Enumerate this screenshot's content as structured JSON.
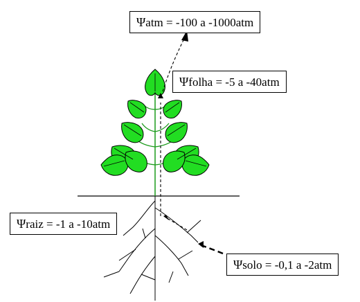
{
  "labels": {
    "atm": {
      "symbol": "Ψ",
      "sub": "atm",
      "text": " = -100 a -1000atm"
    },
    "folha": {
      "symbol": "Ψ",
      "sub": "folha",
      "text": " = -5 a -40atm"
    },
    "raiz": {
      "symbol": "Ψ",
      "sub": "raiz",
      "text": " = -1 a -10atm"
    },
    "solo": {
      "symbol": "Ψ",
      "sub": "solo",
      "text": " = -0,1 a -2atm"
    }
  },
  "colors": {
    "leaf_fill": "#22dd22",
    "stem": "#1a9a1a",
    "outline": "#000000"
  }
}
